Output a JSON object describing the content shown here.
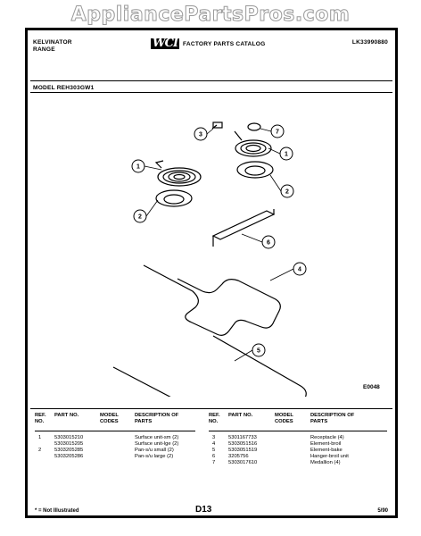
{
  "watermark": "AppliancePartsPros.com",
  "header": {
    "brand_line1": "KELVINATOR",
    "brand_line2": "RANGE",
    "logo": "WCI",
    "catalog": "FACTORY PARTS CATALOG",
    "catalog_number": "LK33990880"
  },
  "model": "MODEL REH303GW1",
  "diagram": {
    "code": "E0048",
    "callouts": [
      "1",
      "2",
      "3",
      "7",
      "1",
      "2",
      "6",
      "4",
      "5"
    ]
  },
  "table": {
    "headers": {
      "ref": "REF. NO.",
      "part": "PART NO.",
      "model": "MODEL CODES",
      "desc": "DESCRIPTION OF PARTS"
    },
    "left_rows": [
      {
        "ref": "1",
        "part": "5303015210",
        "desc": "Surface unit-sm (2)"
      },
      {
        "ref": "",
        "part": "5303015205",
        "desc": "Surface unit-lge (2)"
      },
      {
        "ref": "2",
        "part": "5303205285",
        "desc": "Pan-s/u small (2)"
      },
      {
        "ref": "",
        "part": "5303205286",
        "desc": "Pan-s/u large (2)"
      }
    ],
    "right_rows": [
      {
        "ref": "3",
        "part": "5301167733",
        "desc": "Receptacle (4)"
      },
      {
        "ref": "4",
        "part": "5303051516",
        "desc": "Element-broil"
      },
      {
        "ref": "5",
        "part": "5303051519",
        "desc": "Element-bake"
      },
      {
        "ref": "6",
        "part": "3205756",
        "desc": "Hanger-broil unit"
      },
      {
        "ref": "7",
        "part": "5303017610",
        "desc": "Medallion (4)"
      }
    ]
  },
  "footer": {
    "note": "* = Not Illustrated",
    "page": "D13",
    "date": "5/90"
  }
}
